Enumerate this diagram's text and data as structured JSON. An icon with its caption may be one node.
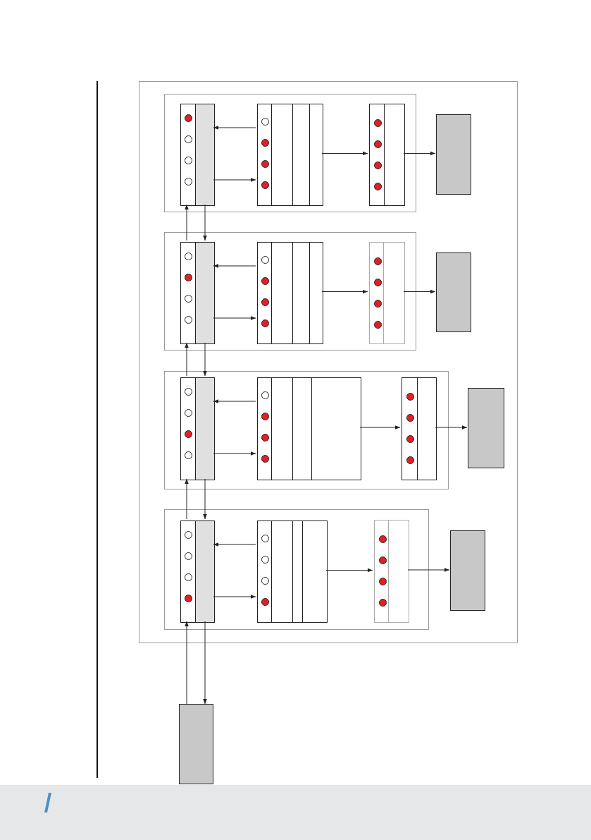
{
  "diagram": {
    "nodes": [
      {
        "text": [],
        "shape": "box"
      },
      {
        "text": [],
        "shape": "box",
        "in": 0
      },
      {
        "text": [],
        "shape": "box",
        "in": 1
      },
      {
        "text": [],
        "shape": "circle",
        "in": 2
      },
      {
        "text": [],
        "shape": "circle",
        "in": 2
      },
      {
        "text": [],
        "shape": "circle",
        "in": 2
      },
      {
        "text": [],
        "shape": "circle",
        "in": 2
      },
      {
        "text": [],
        "shape": "box",
        "in": 1
      },
      {
        "text": [],
        "shape": "circle",
        "in": 7
      },
      {
        "text": [],
        "shape": "circle",
        "in": 7
      },
      {
        "text": [],
        "shape": "circle",
        "in": 7
      },
      {
        "text": [],
        "shape": "circle",
        "in": 7
      },
      {
        "text": [],
        "shape": "box",
        "in": 1
      },
      {
        "text": [],
        "shape": "circle",
        "in": 12
      },
      {
        "text": [],
        "shape": "circle",
        "in": 12
      },
      {
        "text": [],
        "shape": "circle",
        "in": 12
      },
      {
        "text": [],
        "shape": "circle",
        "in": 12
      },
      {
        "text": [],
        "shape": "box",
        "in": 0
      },
      {
        "text": [],
        "shape": "box",
        "in": 0
      },
      {
        "text": [],
        "shape": "box",
        "in": 18
      },
      {
        "text": [],
        "shape": "circle",
        "in": 19
      },
      {
        "text": [],
        "shape": "circle",
        "in": 19
      },
      {
        "text": [],
        "shape": "circle",
        "in": 19
      },
      {
        "text": [],
        "shape": "circle",
        "in": 19
      },
      {
        "text": [],
        "shape": "box",
        "in": 18
      },
      {
        "text": [],
        "shape": "circle",
        "in": 24
      },
      {
        "text": [],
        "shape": "circle",
        "in": 24
      },
      {
        "text": [],
        "shape": "circle",
        "in": 24
      },
      {
        "text": [],
        "shape": "circle",
        "in": 24
      },
      {
        "text": [],
        "shape": "box",
        "in": 18
      },
      {
        "text": [],
        "shape": "circle",
        "in": 29
      },
      {
        "text": [],
        "shape": "circle",
        "in": 29
      },
      {
        "text": [],
        "shape": "circle",
        "in": 29
      },
      {
        "text": [],
        "shape": "circle",
        "in": 29
      },
      {
        "text": [],
        "shape": "box",
        "in": 0
      },
      {
        "text": [],
        "shape": "box",
        "in": 0
      },
      {
        "text": [],
        "shape": "box",
        "in": 35
      },
      {
        "text": [],
        "shape": "circle",
        "in": 36
      },
      {
        "text": [],
        "shape": "circle",
        "in": 36
      },
      {
        "text": [],
        "shape": "circle",
        "in": 36
      },
      {
        "text": [],
        "shape": "circle",
        "in": 36
      },
      {
        "text": [],
        "shape": "box",
        "in": 35
      },
      {
        "text": [],
        "shape": "circle",
        "in": 41
      },
      {
        "text": [],
        "shape": "circle",
        "in": 41
      },
      {
        "text": [],
        "shape": "circle",
        "in": 41
      },
      {
        "text": [],
        "shape": "circle",
        "in": 41
      },
      {
        "text": [],
        "shape": "box",
        "in": 35
      },
      {
        "text": [],
        "shape": "circle",
        "in": 46
      },
      {
        "text": [],
        "shape": "circle",
        "in": 46
      },
      {
        "text": [],
        "shape": "circle",
        "in": 46
      },
      {
        "text": [],
        "shape": "circle",
        "in": 46
      },
      {
        "text": [],
        "shape": "box",
        "in": 0
      },
      {
        "text": [],
        "shape": "box",
        "in": 0
      },
      {
        "text": [],
        "shape": "box",
        "in": 52
      },
      {
        "text": [],
        "shape": "circle",
        "in": 53
      },
      {
        "text": [],
        "shape": "circle",
        "in": 53
      },
      {
        "text": [],
        "shape": "circle",
        "in": 53
      },
      {
        "text": [],
        "shape": "circle",
        "in": 53
      },
      {
        "text": [],
        "shape": "box",
        "in": 52
      },
      {
        "text": [],
        "shape": "circle",
        "in": 58
      },
      {
        "text": [],
        "shape": "circle",
        "in": 58
      },
      {
        "text": [],
        "shape": "circle",
        "in": 58
      },
      {
        "text": [],
        "shape": "circle",
        "in": 58
      },
      {
        "text": [],
        "shape": "box",
        "in": 52
      },
      {
        "text": [],
        "shape": "circle",
        "in": 63
      },
      {
        "text": [],
        "shape": "circle",
        "in": 63
      },
      {
        "text": [],
        "shape": "circle",
        "in": 63
      },
      {
        "text": [],
        "shape": "circle",
        "in": 63
      },
      {
        "text": [],
        "shape": "box",
        "in": 0
      },
      {
        "text": [],
        "shape": "box"
      }
    ],
    "edges": [
      {
        "from": 7,
        "to": 2,
        "arrow": "to"
      },
      {
        "from": 2,
        "to": 7,
        "arrow": "to"
      },
      {
        "from": 7,
        "to": 12,
        "arrow": "to"
      },
      {
        "from": 12,
        "to": 17,
        "arrow": "to"
      },
      {
        "from": 19,
        "to": 2,
        "arrow": "to"
      },
      {
        "from": 2,
        "to": 19,
        "arrow": "to"
      },
      {
        "from": 24,
        "to": 19,
        "arrow": "to"
      },
      {
        "from": 19,
        "to": 24,
        "arrow": "to"
      },
      {
        "from": 24,
        "to": 29,
        "arrow": "to"
      },
      {
        "from": 29,
        "to": 34,
        "arrow": "to"
      },
      {
        "from": 36,
        "to": 19,
        "arrow": "to"
      },
      {
        "from": 19,
        "to": 36,
        "arrow": "to"
      },
      {
        "from": 41,
        "to": 36,
        "arrow": "to"
      },
      {
        "from": 36,
        "to": 41,
        "arrow": "to"
      },
      {
        "from": 41,
        "to": 46,
        "arrow": "to"
      },
      {
        "from": 46,
        "to": 51,
        "arrow": "to"
      },
      {
        "from": 53,
        "to": 36,
        "arrow": "to"
      },
      {
        "from": 36,
        "to": 53,
        "arrow": "to"
      },
      {
        "from": 58,
        "to": 53,
        "arrow": "to"
      },
      {
        "from": 53,
        "to": 58,
        "arrow": "to"
      },
      {
        "from": 58,
        "to": 63,
        "arrow": "to"
      },
      {
        "from": 63,
        "to": 68,
        "arrow": "to"
      },
      {
        "from": 69,
        "to": 53,
        "arrow": "to"
      },
      {
        "from": 53,
        "to": 69,
        "arrow": "to"
      }
    ]
  }
}
